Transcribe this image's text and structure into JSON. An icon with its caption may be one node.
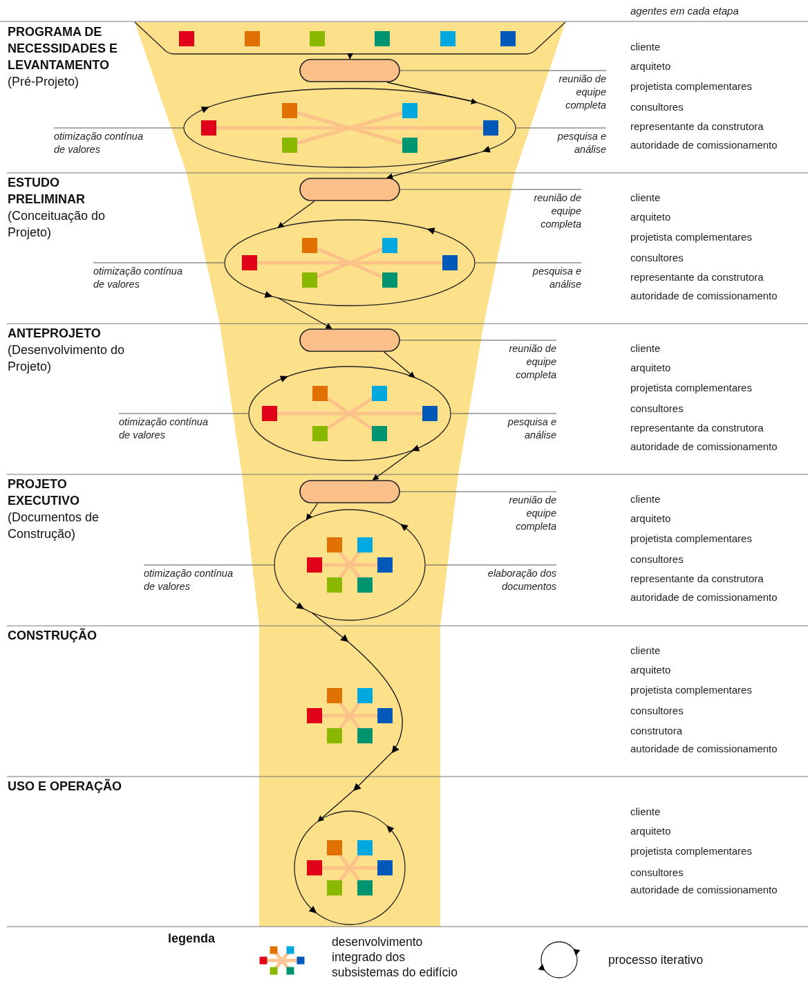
{
  "diagram": {
    "nodes": [
      {
        "text": [],
        "shape": "trapezoid"
      },
      {
        "text": [],
        "shape": "pill"
      },
      {
        "text": [
          "reunião de equipe completa"
        ]
      },
      {
        "text": [],
        "shape": "ellipse"
      },
      {
        "text": [
          "otimização contínua de valores"
        ]
      },
      {
        "text": [
          "pesquisa e análise"
        ]
      },
      {
        "text": [],
        "shape": "pill"
      },
      {
        "text": [
          "reunião de equipe completa"
        ]
      },
      {
        "text": [],
        "shape": "ellipse"
      },
      {
        "text": [
          "otimização contínua de valores"
        ]
      },
      {
        "text": [
          "pesquisa e análise"
        ]
      },
      {
        "text": [],
        "shape": "pill"
      },
      {
        "text": [
          "reunião de equipe completa"
        ]
      },
      {
        "text": [],
        "shape": "ellipse"
      },
      {
        "text": [
          "otimização contínua de valores"
        ]
      },
      {
        "text": [
          "pesquisa e análise"
        ]
      },
      {
        "text": [],
        "shape": "pill"
      },
      {
        "text": [
          "reunião de equipe completa"
        ]
      },
      {
        "text": [],
        "shape": "ellipse"
      },
      {
        "text": [
          "otimização contínua de valores"
        ]
      },
      {
        "text": [
          "elaboração dos documentos"
        ]
      },
      {
        "text": [],
        "shape": "circle"
      }
    ],
    "edges": [
      {
        "from": 0,
        "to": 1,
        "arrow": "to"
      },
      {
        "from": 1,
        "to": 3,
        "arrow": "to"
      },
      {
        "from": 3,
        "to": 6,
        "arrow": "to"
      },
      {
        "from": 6,
        "to": 8,
        "arrow": "to"
      },
      {
        "from": 8,
        "to": 11,
        "arrow": "to"
      },
      {
        "from": 11,
        "to": 13,
        "arrow": "to"
      },
      {
        "from": 13,
        "to": 16,
        "arrow": "to"
      },
      {
        "from": 16,
        "to": 18,
        "arrow": "to"
      },
      {
        "from": 18,
        "to": 21,
        "arrow": "to"
      },
      {
        "from": 2,
        "to": 1,
        "arrow": "none"
      },
      {
        "from": 4,
        "to": 3,
        "arrow": "none"
      },
      {
        "from": 5,
        "to": 3,
        "arrow": "none"
      },
      {
        "from": 7,
        "to": 6,
        "arrow": "none"
      },
      {
        "from": 9,
        "to": 8,
        "arrow": "none"
      },
      {
        "from": 10,
        "to": 8,
        "arrow": "none"
      },
      {
        "from": 12,
        "to": 11,
        "arrow": "none"
      },
      {
        "from": 14,
        "to": 13,
        "arrow": "none"
      },
      {
        "from": 15,
        "to": 13,
        "arrow": "none"
      },
      {
        "from": 17,
        "to": 16,
        "arrow": "none"
      },
      {
        "from": 19,
        "to": 18,
        "arrow": "none"
      },
      {
        "from": 20,
        "to": 18,
        "arrow": "none"
      }
    ],
    "labels": [
      "agentes em cada etapa",
      "PROGRAMA DE NECESSIDADES E LEVANTAMENTO",
      "(Pré-Projeto)",
      "cliente",
      "arquiteto",
      "projetista complementares",
      "consultores",
      "representante da construtora",
      "autoridade de comissionamento",
      "ESTUDO PRELIMINAR",
      "(Conceituação do Projeto)",
      "cliente",
      "arquiteto",
      "projetista complementares",
      "consultores",
      "representante da construtora",
      "autoridade de comissionamento",
      "ANTEPROJETO",
      "(Desenvolvimento do Projeto)",
      "cliente",
      "arquiteto",
      "projetista complementares",
      "consultores",
      "representante da construtora",
      "autoridade de comissionamento",
      "PROJETO EXECUTIVO",
      "(Documentos de Construção)",
      "cliente",
      "arquiteto",
      "projetista complementares",
      "consultores",
      "representante da construtora",
      "autoridade de comissionamento",
      "CONSTRUÇÃO",
      "cliente",
      "arquiteto",
      "projetista complementares",
      "consultores",
      "construtora",
      "autoridade de comissionamento",
      "USO E OPERAÇÃO",
      "cliente",
      "arquiteto",
      "projetista complementares",
      "consultores",
      "autoridade de comissionamento",
      "legenda"
    ],
    "legend": [
      {
        "text": "desenvolvimento integrado dos subsistemas do edifício"
      },
      {
        "text": "processo iterativo"
      }
    ]
  }
}
